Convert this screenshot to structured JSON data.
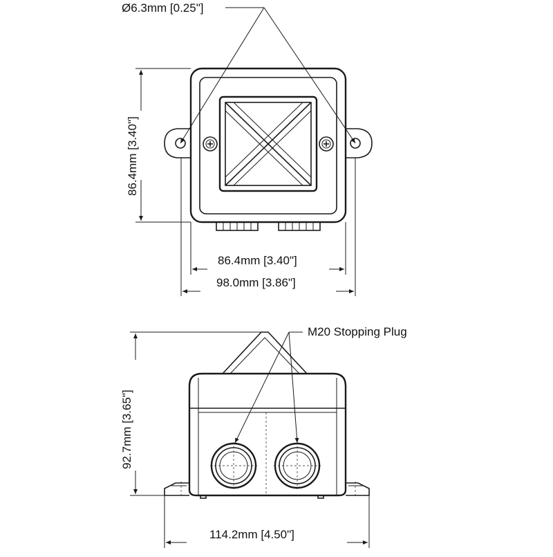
{
  "labels": {
    "hole_diameter": "Ø6.3mm [0.25\"]",
    "height_top": "86.4mm [3.40\"]",
    "width_body": "86.4mm [3.40\"]",
    "width_overall": "98.0mm [3.86\"]",
    "stopping_plug": "M20 Stopping Plug",
    "height_side": "92.7mm [3.65\"]",
    "width_base": "114.2mm [4.50\"]"
  }
}
